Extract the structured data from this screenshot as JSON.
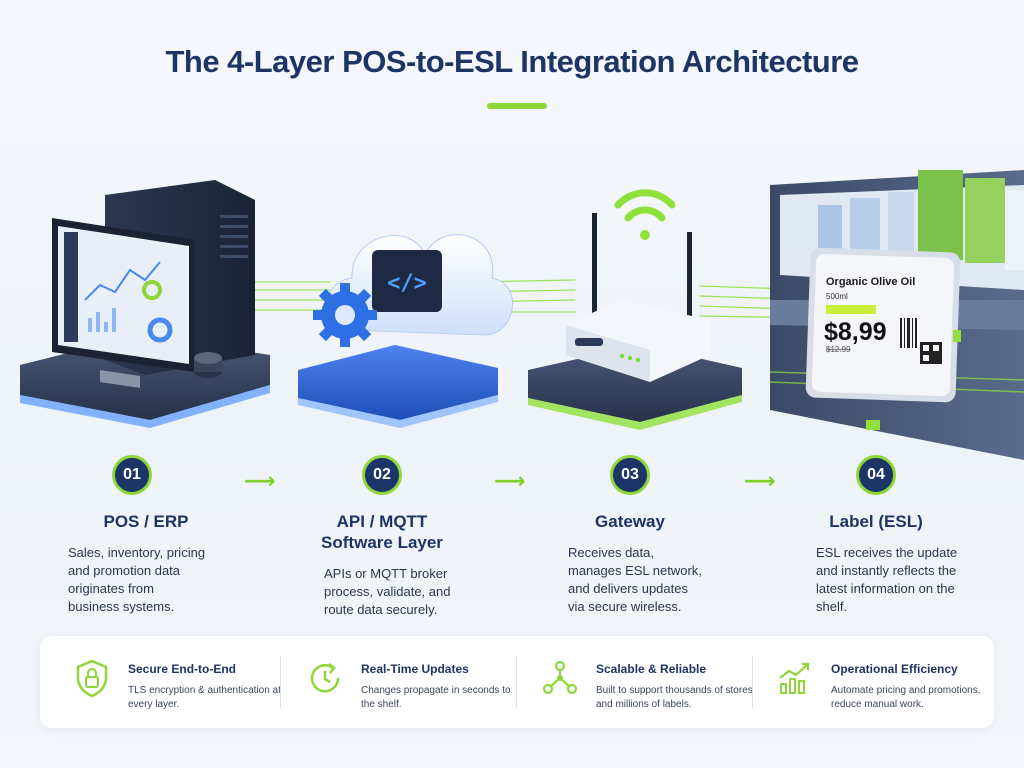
{
  "title": "The 4-Layer POS-to-ESL Integration Architecture",
  "steps": [
    {
      "number": "01",
      "title": "POS / ERP",
      "description": "Sales, inventory, pricing and promotion data originates from business systems."
    },
    {
      "number": "02",
      "title": "API / MQTT Software Layer",
      "description": "APIs or MQTT broker process, validate, and route data securely."
    },
    {
      "number": "03",
      "title": "Gateway",
      "description": "Receives data, manages ESL network, and delivers updates via secure wireless."
    },
    {
      "number": "04",
      "title": "Label (ESL)",
      "description": "ESL receives the update and instantly reflects the latest information on the shelf."
    }
  ],
  "esl_label": {
    "product": "Organic Olive Oil",
    "size": "500ml",
    "price": "$8,99",
    "old_price": "$12.99"
  },
  "features": [
    {
      "icon": "shield-lock-icon",
      "title": "Secure End-to-End",
      "description": "TLS encryption & authentication at every layer."
    },
    {
      "icon": "clock-refresh-icon",
      "title": "Real-Time Updates",
      "description": "Changes propagate in seconds to the shelf."
    },
    {
      "icon": "network-nodes-icon",
      "title": "Scalable & Reliable",
      "description": "Built to support thousands of stores and millions of labels."
    },
    {
      "icon": "growth-chart-icon",
      "title": "Operational Efficiency",
      "description": "Automate pricing and promotions, reduce manual work."
    }
  ],
  "colors": {
    "navy": "#1d3566",
    "accent": "#8fd63a",
    "blue": "#2f6fe4"
  }
}
